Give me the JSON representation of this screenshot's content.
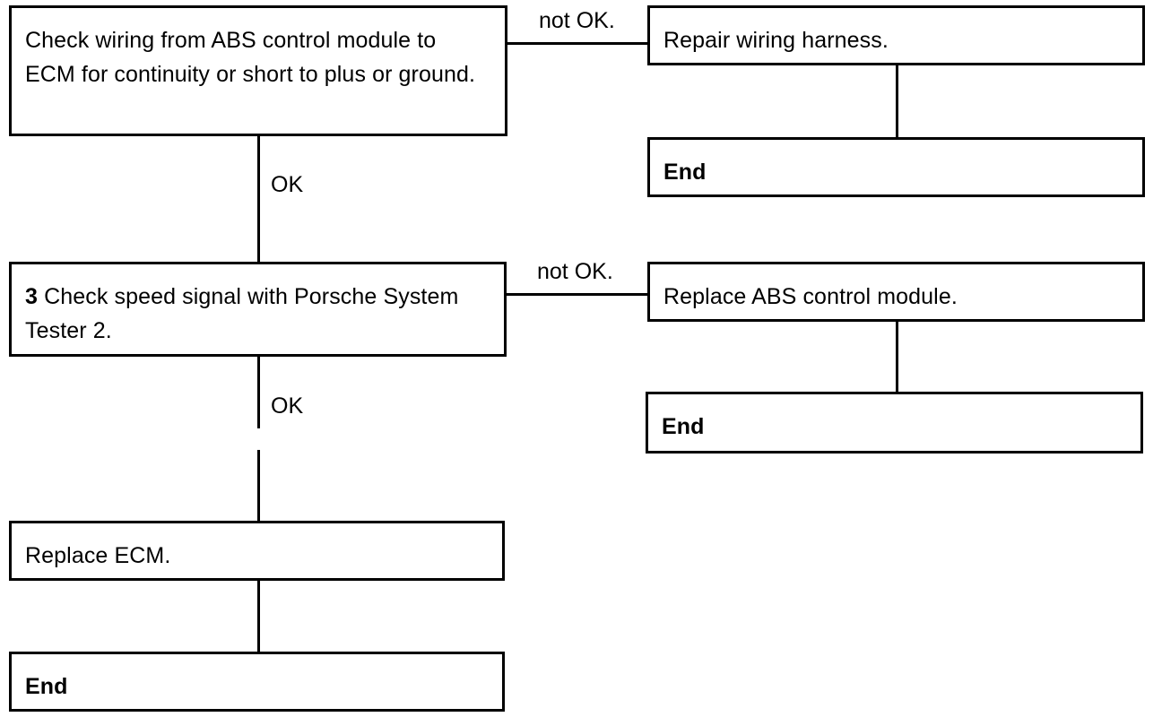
{
  "flow": {
    "check_wiring": "Check wiring from ABS control module to ECM for continuity or short to plus or ground.",
    "repair_wiring": "Repair wiring harness.",
    "end_1": "End",
    "step3_number": "3",
    "step3_text": "Check speed signal with Porsche System Tester 2.",
    "replace_abs": "Replace ABS control module.",
    "end_2": "End",
    "replace_ecm": "Replace ECM.",
    "end_3": "End"
  },
  "labels": {
    "not_ok_1": "not OK.",
    "ok_1": "OK",
    "not_ok_2": "not OK.",
    "ok_2": "OK"
  }
}
